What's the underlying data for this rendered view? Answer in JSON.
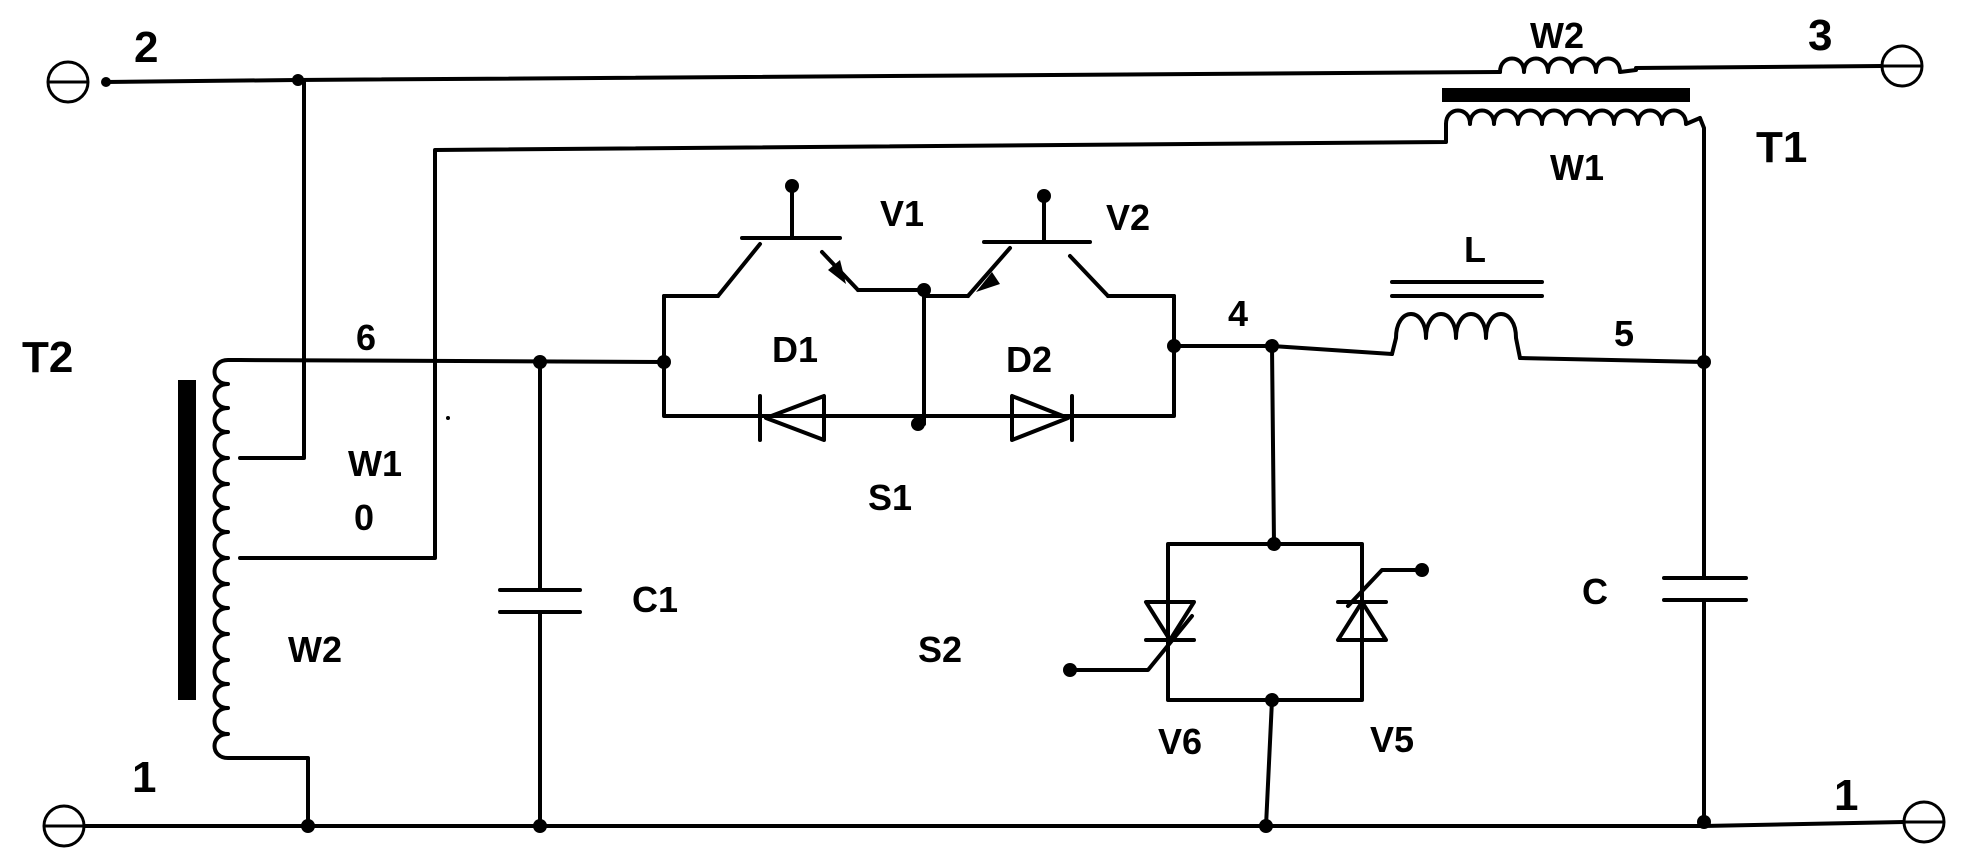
{
  "labels": {
    "terminal_2": "2",
    "terminal_3": "3",
    "terminal_1_left": "1",
    "terminal_1_right": "1",
    "t1": "T1",
    "t2": "T2",
    "t1_w1": "W1",
    "t1_w2": "W2",
    "t2_w1": "W1",
    "t2_w2": "W2",
    "node_0": "0",
    "node_4": "4",
    "node_5": "5",
    "node_6": "6",
    "v1": "V1",
    "v2": "V2",
    "d1": "D1",
    "d2": "D2",
    "s1": "S1",
    "s2": "S2",
    "v5": "V5",
    "v6": "V6",
    "l": "L",
    "c": "C",
    "c1": "C1"
  }
}
